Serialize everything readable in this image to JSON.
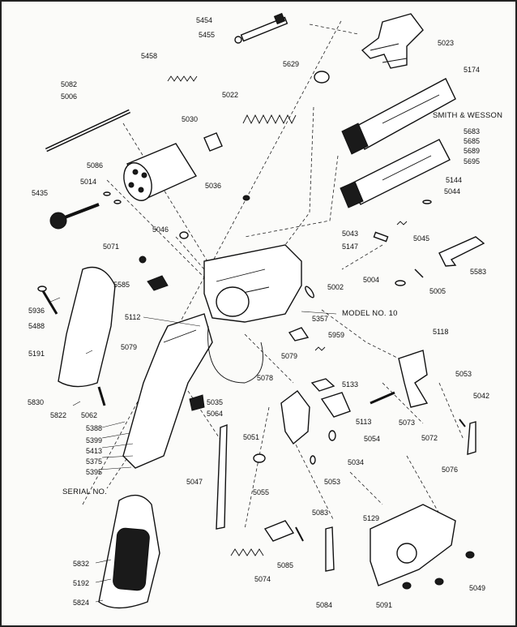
{
  "labels": {
    "l5454": "5454",
    "l5455": "5455",
    "l5023": "5023",
    "l5458": "5458",
    "l5629": "5629",
    "l5174": "5174",
    "l5082": "5082",
    "l5006": "5006",
    "l5022": "5022",
    "smithwesson": "SMITH & WESSON",
    "l5030": "5030",
    "l5683": "5683",
    "l5685": "5685",
    "l5689": "5689",
    "l5695": "5695",
    "l5086": "5086",
    "l5014": "5014",
    "l5036": "5036",
    "l5144": "5144",
    "l5044": "5044",
    "l5435": "5435",
    "l5046": "5046",
    "l5043": "5043",
    "l5147": "5147",
    "l5045": "5045",
    "l5071": "5071",
    "l5583": "5583",
    "l5004": "5004",
    "l5585": "5585",
    "l5002": "5002",
    "l5005": "5005",
    "l5936": "5936",
    "l5488": "5488",
    "l5112": "5112",
    "l5357": "5357",
    "model": "MODEL NO. 10",
    "l5959": "5959",
    "l5118": "5118",
    "l5191": "5191",
    "l5079a": "5079",
    "l5079b": "5079",
    "l5078": "5078",
    "l5133": "5133",
    "l5053a": "5053",
    "l5042": "5042",
    "l5830": "5830",
    "l5822": "5822",
    "l5062": "5062",
    "l5035": "5035",
    "l5064a": "5064",
    "l5113": "5113",
    "l5073": "5073",
    "l5072": "5072",
    "l5388": "5388",
    "l5399": "5399",
    "l5413": "5413",
    "l5375": "5375",
    "l5395": "5395",
    "l5051": "5051",
    "l5054": "5054",
    "l5034": "5034",
    "l5076": "5076",
    "l5053b": "5053",
    "l5047": "5047",
    "l5055": "5055",
    "serial": "SERIAL NO.",
    "l5083": "5083",
    "l5129": "5129",
    "l5832": "5832",
    "l5192": "5192",
    "l5824": "5824",
    "l5074": "5074",
    "l5085": "5085",
    "l5084": "5084",
    "l5091": "5091",
    "l5049": "5049"
  }
}
